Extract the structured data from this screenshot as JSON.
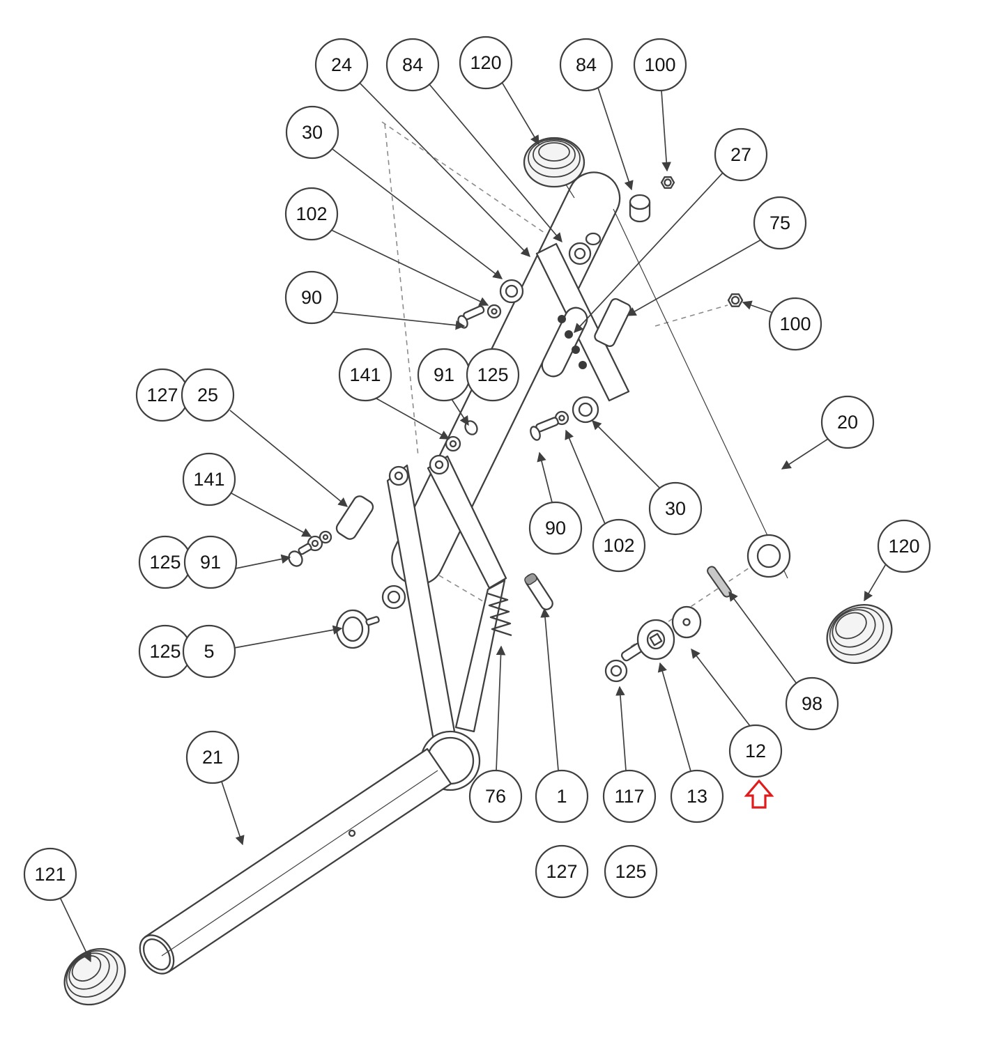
{
  "colors": {
    "line": "#3f3f3f",
    "accent": "#e01b1b",
    "background": "#ffffff"
  },
  "diagram": {
    "type": "exploded-parts-diagram",
    "indicator": {
      "shape": "hollow-up-arrow",
      "color": "#e01b1b"
    },
    "balloons": [
      {
        "label": "24"
      },
      {
        "label": "84"
      },
      {
        "label": "120"
      },
      {
        "label": "84"
      },
      {
        "label": "100"
      },
      {
        "label": "30"
      },
      {
        "label": "27"
      },
      {
        "label": "102"
      },
      {
        "label": "75"
      },
      {
        "label": "90"
      },
      {
        "label": "100"
      },
      {
        "label": "141"
      },
      {
        "label": "91"
      },
      {
        "label": "125"
      },
      {
        "label": "127"
      },
      {
        "label": "25"
      },
      {
        "label": "20"
      },
      {
        "label": "141"
      },
      {
        "label": "125"
      },
      {
        "label": "91"
      },
      {
        "label": "90"
      },
      {
        "label": "102"
      },
      {
        "label": "30"
      },
      {
        "label": "120"
      },
      {
        "label": "125"
      },
      {
        "label": "5"
      },
      {
        "label": "98"
      },
      {
        "label": "21"
      },
      {
        "label": "12"
      },
      {
        "label": "76"
      },
      {
        "label": "1"
      },
      {
        "label": "117"
      },
      {
        "label": "13"
      },
      {
        "label": "127"
      },
      {
        "label": "125"
      },
      {
        "label": "121"
      }
    ]
  }
}
